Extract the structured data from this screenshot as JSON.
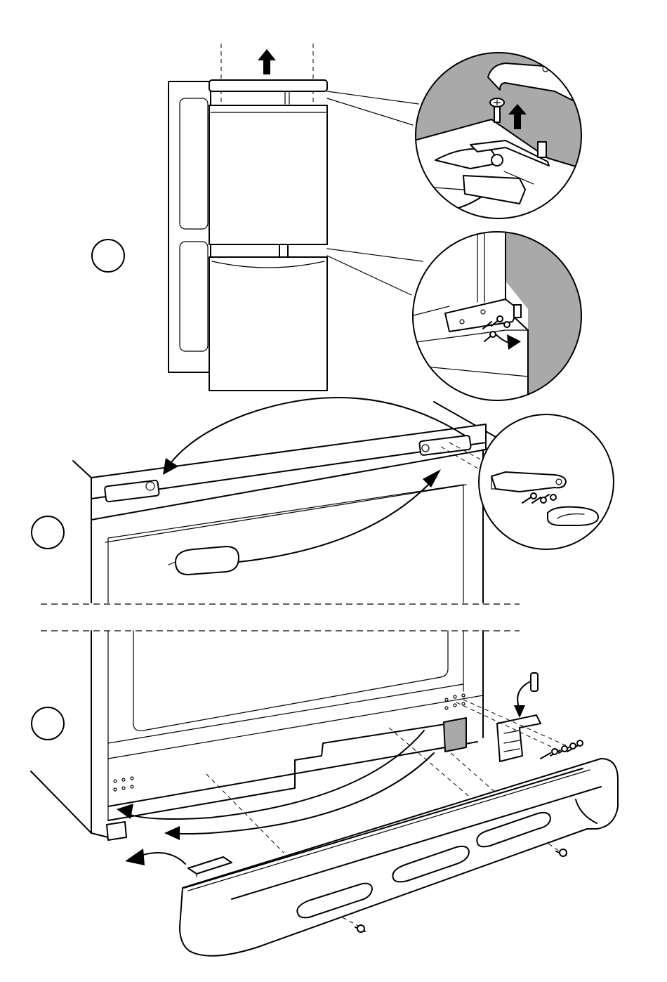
{
  "figure": {
    "steps": [
      {
        "id": "step-1",
        "label": ""
      },
      {
        "id": "step-2",
        "label": ""
      },
      {
        "id": "step-3",
        "label": ""
      }
    ],
    "colors": {
      "line": "#000000",
      "background": "#ffffff",
      "wall_shade": "#a9a9a9"
    }
  }
}
